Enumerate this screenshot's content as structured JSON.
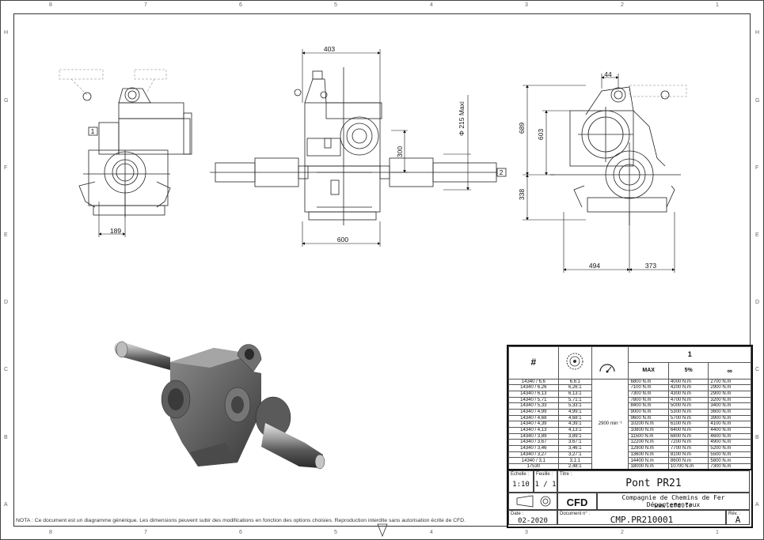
{
  "zones": {
    "top": [
      "8",
      "7",
      "6",
      "5",
      "4",
      "3",
      "2",
      "1"
    ],
    "bottom": [
      "8",
      "7",
      "6",
      "5",
      "4",
      "3",
      "2",
      "1"
    ],
    "left": [
      "H",
      "G",
      "F",
      "E",
      "D",
      "C",
      "B",
      "A"
    ],
    "right": [
      "H",
      "G",
      "F",
      "E",
      "D",
      "C",
      "B",
      "A"
    ]
  },
  "dimensions": {
    "d403": "403",
    "d215": "Φ 215 Maxi",
    "d300": "300",
    "d600": "600",
    "d189": "189",
    "d44": "44",
    "d689": "689",
    "d603": "603",
    "d338": "338",
    "d494": "494",
    "d373": "373"
  },
  "callouts": {
    "c1": "1",
    "c2": "2"
  },
  "table": {
    "col_hash": "#",
    "col_one": "1",
    "col_max": "MAX",
    "col_5pct": "5%",
    "col_inf": "∞",
    "speed": "2900 min⁻¹",
    "rows": [
      [
        "14340 / 6,6",
        "6,6:1",
        "6800 N.m",
        "4000 N.m",
        "2700 N.m"
      ],
      [
        "14340 / 6,26",
        "6,26:1",
        "7100 N.m",
        "4200 N.m",
        "2900 N.m"
      ],
      [
        "14340 / 6,13",
        "6,13:1",
        "7300 N.m",
        "4300 N.m",
        "2900 N.m"
      ],
      [
        "14340 / 5,71",
        "5,71:1",
        "7800 N.m",
        "4700 N.m",
        "3200 N.m"
      ],
      [
        "14340 / 5,33",
        "5,33:1",
        "8400 N.m",
        "5000 N.m",
        "3400 N.m"
      ],
      [
        "14340 / 4,99",
        "4,99:1",
        "9000 N.m",
        "5300 N.m",
        "3600 N.m"
      ],
      [
        "14340 / 4,68",
        "4,68:1",
        "9600 N.m",
        "5700 N.m",
        "3900 N.m"
      ],
      [
        "14340 / 4,39",
        "4,39:1",
        "10200 N.m",
        "6100 N.m",
        "4100 N.m"
      ],
      [
        "14340 / 4,13",
        "4,13:1",
        "10800 N.m",
        "6400 N.m",
        "4400 N.m"
      ],
      [
        "14340 / 3,89",
        "3,89:1",
        "11500 N.m",
        "6800 N.m",
        "4600 N.m"
      ],
      [
        "14340 / 3,67",
        "3,67:1",
        "12200 N.m",
        "7200 N.m",
        "4900 N.m"
      ],
      [
        "14340 / 3,46",
        "3,46:1",
        "12900 N.m",
        "7700 N.m",
        "5200 N.m"
      ],
      [
        "14340 / 3,27",
        "3,27:1",
        "13600 N.m",
        "8100 N.m",
        "5500 N.m"
      ],
      [
        "14340 / 3,1",
        "3,1:1",
        "14400 N.m",
        "8600 N.m",
        "5800 N.m"
      ],
      [
        "17530",
        "2,48:1",
        "18000 N.m",
        "10700 N.m",
        "7300 N.m"
      ]
    ]
  },
  "title_block": {
    "echelle_label": "Echelle :",
    "echelle": "1:10",
    "feuille_label": "Feuille :",
    "feuille": "1 / 1",
    "titre_label": "Titre :",
    "titre": "Pont PR21",
    "company_logo": "CFD",
    "company": "Compagnie de Chemins de Fer Départementaux",
    "website": "www.cfd.fr",
    "date_label": "Date :",
    "date": "02-2020",
    "document_label": "Document n° :",
    "document": "CMP.PR210001",
    "rev_label": "Rév. :",
    "rev": "A"
  },
  "note": "NOTA : Ce document est un diagramme générique. Les dimensions peuvent subir des modifications en fonction des options choisies. Reproduction interdite sans autorisation écrite de CFD."
}
